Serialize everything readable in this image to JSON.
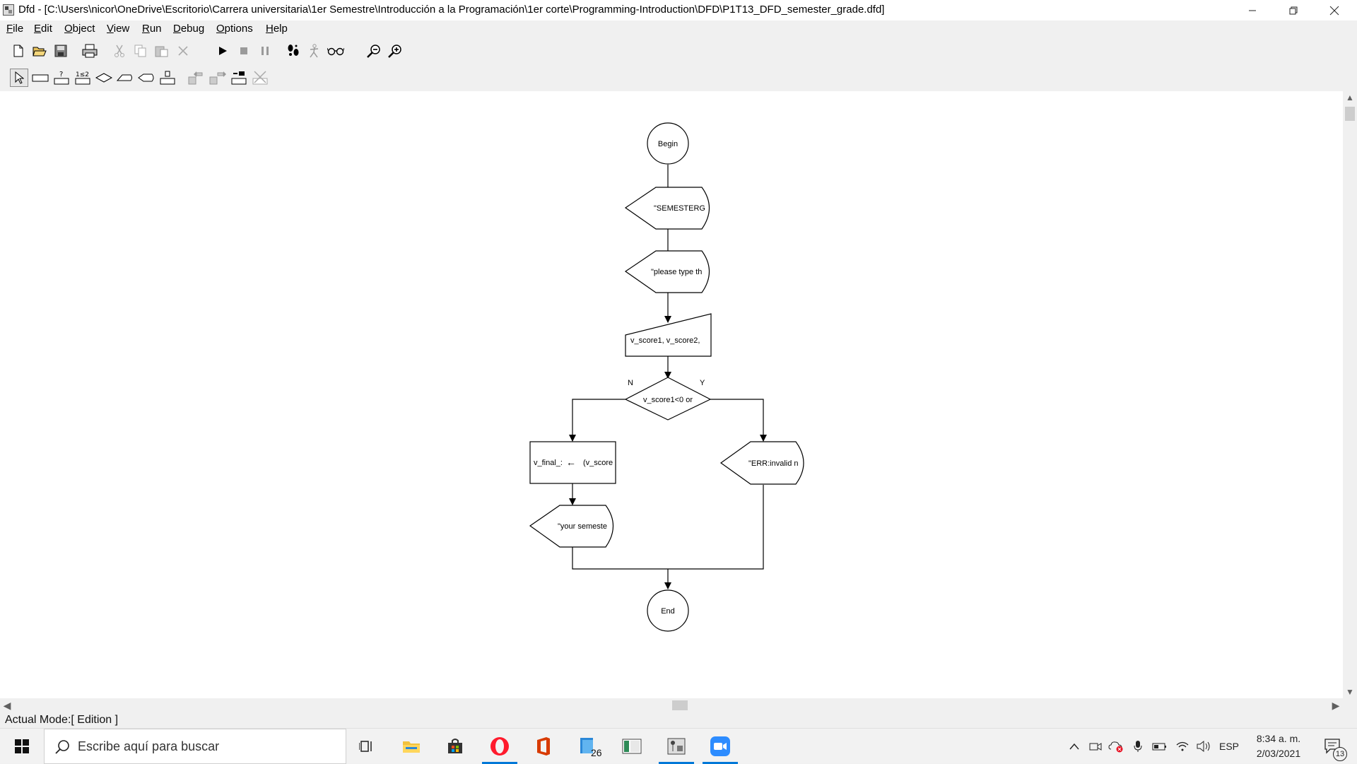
{
  "window": {
    "title": "Dfd - [C:\\Users\\nicor\\OneDrive\\Escritorio\\Carrera universitaria\\1er Semestre\\Introducción a la Programación\\1er corte\\Programming-Introduction\\DFD\\P1T13_DFD_semester_grade.dfd]"
  },
  "menu": [
    "File",
    "Edit",
    "Object",
    "View",
    "Run",
    "Debug",
    "Options",
    "Help"
  ],
  "toolbar1": [
    "new-file",
    "open",
    "save",
    "print",
    "cut",
    "copy",
    "paste",
    "delete",
    "run",
    "stop",
    "pause",
    "step",
    "step-by-step",
    "watch",
    "zoom-out",
    "zoom-in"
  ],
  "toolbar2": [
    "cursor",
    "assignment",
    "read",
    "for-cycle",
    "decision",
    "output",
    "while-cycle",
    "subprogram",
    "insert-before",
    "insert-after",
    "new-subprogram",
    "delete-subprogram"
  ],
  "flowchart": {
    "begin": "Begin",
    "output1": "\"SEMESTERG",
    "output2": "\"please type th",
    "read": "v_score1, v_score2,",
    "decision": "v_score1<0 or",
    "branch_no": "N",
    "branch_yes": "Y",
    "assign_left": "v_final_:",
    "assign_arrow": "←",
    "assign_right": "(v_score",
    "output3": "\"your semeste",
    "error_output": "\"ERR:invalid n",
    "end": "End"
  },
  "status": {
    "mode": "Actual Mode:[ Edition ]"
  },
  "taskbar": {
    "search_placeholder": "Escribe aquí para buscar",
    "badge": "26",
    "language": "ESP",
    "time": "8:34 a. m.",
    "date": "2/03/2021",
    "notifications": "13"
  },
  "colors": {
    "window_bg": "#f0f0f0",
    "canvas_bg": "#ffffff",
    "taskbar_active": "#0078d7",
    "office_red": "#d83b01",
    "zoom_blue": "#2d8cff",
    "opera_red": "#ff1b2d"
  }
}
